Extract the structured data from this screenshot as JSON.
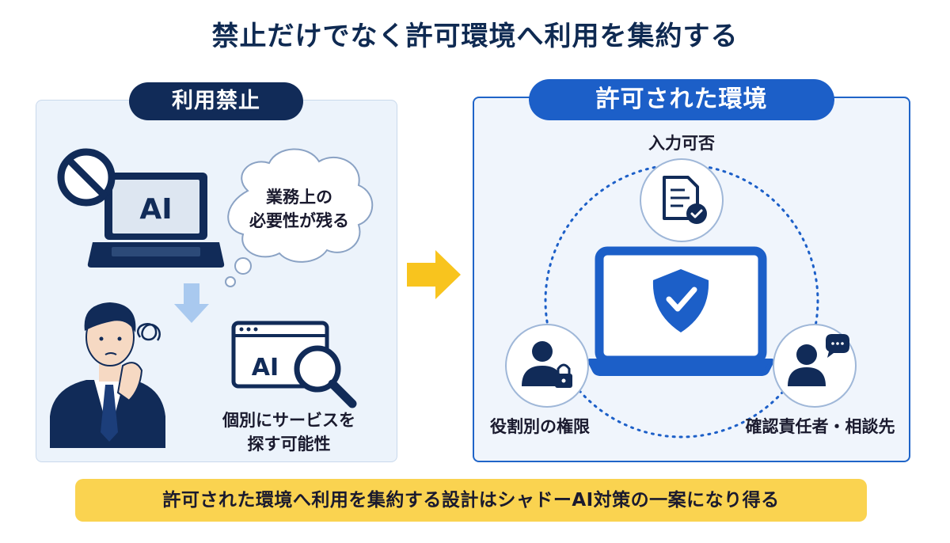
{
  "title": "禁止だけでなく許可環境へ利用を集約する",
  "left_panel": {
    "heading": "利用禁止",
    "laptop_label": "AI",
    "thought_line1": "業務上の",
    "thought_line2": "必要性が残る",
    "browser_label": "AI",
    "search_line1": "個別にサービスを",
    "search_line2": "探す可能性"
  },
  "right_panel": {
    "heading": "許可された環境",
    "top_label": "入力可否",
    "left_label": "役割別の権限",
    "right_label": "確認責任者・相談先"
  },
  "banner": "許可された環境へ利用を集約する設計はシャドーAI対策の一案になり得る",
  "colors": {
    "navy": "#112b58",
    "accent_blue": "#1c5fc8",
    "arrow_yellow": "#f8c41e",
    "banner_yellow": "#fad350",
    "light_arrow": "#a9c9ef"
  }
}
